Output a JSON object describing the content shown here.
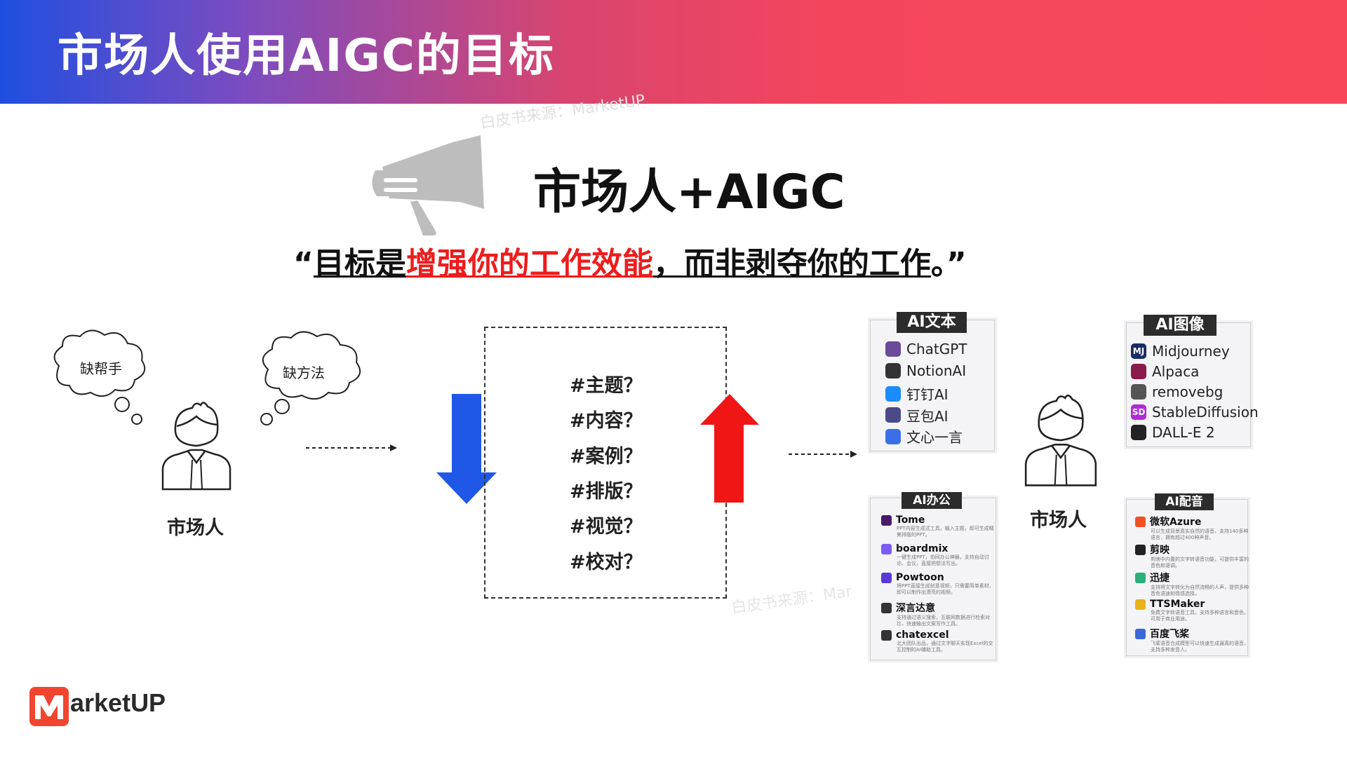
{
  "header": {
    "title": "市场人使用AIGC的目标"
  },
  "watermarks": [
    "白皮书来源：MarketUP",
    "白皮书来源：Mar"
  ],
  "main": {
    "subtitle": "市场人+AIGC",
    "quote": {
      "open": "“",
      "part1": "目标是",
      "part2": "增强你的工作效能",
      "part3": "，而非剥夺你的工作",
      "close": "。”"
    }
  },
  "left": {
    "cloud1": "缺帮手",
    "cloud2": "缺方法",
    "person_label": "市场人"
  },
  "topics": [
    "#主题？",
    "#内容？",
    "#案例？",
    "#排版？",
    "#视觉？",
    "#校对？"
  ],
  "right": {
    "person_label": "市场人"
  },
  "cards": {
    "ai_text": {
      "title": "AI文本",
      "items": [
        {
          "name": "ChatGPT",
          "icon": "chatgpt-icon",
          "color": "#6a4a9a"
        },
        {
          "name": "NotionAI",
          "icon": "notion-icon",
          "color": "#333333"
        },
        {
          "name": "钉钉AI",
          "icon": "dingtalk-icon",
          "color": "#1a8cff"
        },
        {
          "name": "豆包AI",
          "icon": "doubao-icon",
          "color": "#4a4a8a"
        },
        {
          "name": "文心一言",
          "icon": "wenxin-icon",
          "color": "#3b6fe8"
        }
      ]
    },
    "ai_image": {
      "title": "AI图像",
      "items": [
        {
          "name": "Midjourney",
          "icon": "midjourney-icon",
          "badge": "MJ",
          "color": "#1b2a6b"
        },
        {
          "name": "Alpaca",
          "icon": "alpaca-icon",
          "color": "#8a1a4a"
        },
        {
          "name": "removebg",
          "icon": "removebg-icon",
          "color": "#555555"
        },
        {
          "name": "StableDiffusion",
          "icon": "stablediffusion-icon",
          "badge": "SD",
          "color": "#b02ad8"
        },
        {
          "name": "DALL-E 2",
          "icon": "openai-icon",
          "color": "#222222"
        }
      ]
    },
    "ai_office": {
      "title": "AI办公",
      "items": [
        {
          "name": "Tome",
          "icon": "tome-icon",
          "color": "#4a1a6a",
          "desc": "PPT内容生成式工具，输入主题，即可生成精美排版的PPT。"
        },
        {
          "name": "boardmix",
          "icon": "boardmix-icon",
          "color": "#7a5cf0",
          "desc": "一键生成PPT，协同办公神器，支持自动讨论、会议，直接把想法写出。"
        },
        {
          "name": "Powtoon",
          "icon": "powtoon-icon",
          "color": "#5a3ad8",
          "desc": "将PPT直接生成创意视频，只需要简单素材，即可以制作出漂亮的视频。"
        },
        {
          "name": "深言达意",
          "icon": "shenyan-icon",
          "color": "#333333",
          "desc": "支持通过语义搜索，互联网数据进行检索对比，快速输出文案写作工具。"
        },
        {
          "name": "chatexcel",
          "icon": "chatexcel-icon",
          "color": "#333333",
          "desc": "北大团队出品，通过文字聊天实现Excel的交互控制的AI辅助工具。"
        }
      ]
    },
    "ai_voice": {
      "title": "AI配音",
      "items": [
        {
          "name": "微软Azure",
          "icon": "microsoft-icon",
          "color": "#f25022",
          "desc": "可以生成背景真实自然的语音，支持140多种语言，拥有超过400种声音。"
        },
        {
          "name": "剪映",
          "icon": "jianying-icon",
          "color": "#222222",
          "desc": "剪映中内置的文字转语音功能，可提供丰富的音色和语调。"
        },
        {
          "name": "迅捷",
          "icon": "xunjie-icon",
          "color": "#2ab07a",
          "desc": "支持将文字转化为自然流畅的人声，提供多种音色语速和情感选择。"
        },
        {
          "name": "TTSMaker",
          "icon": "ttsmaker-icon",
          "color": "#e8b21a",
          "desc": "免费文字转语音工具，支持多种语言和音色，可用于商业用途。"
        },
        {
          "name": "百度飞桨",
          "icon": "paddle-icon",
          "color": "#3a6ad8",
          "desc": "飞桨语音合成模型可以快速生成逼真的语音，支持多种发音人。"
        }
      ]
    }
  },
  "brand": {
    "logo_text": "arketUP",
    "logo_letter": "M"
  },
  "colors": {
    "accent_red": "#ee1c1c",
    "arrow_blue": "#1f57e6",
    "arrow_red": "#f01616"
  }
}
